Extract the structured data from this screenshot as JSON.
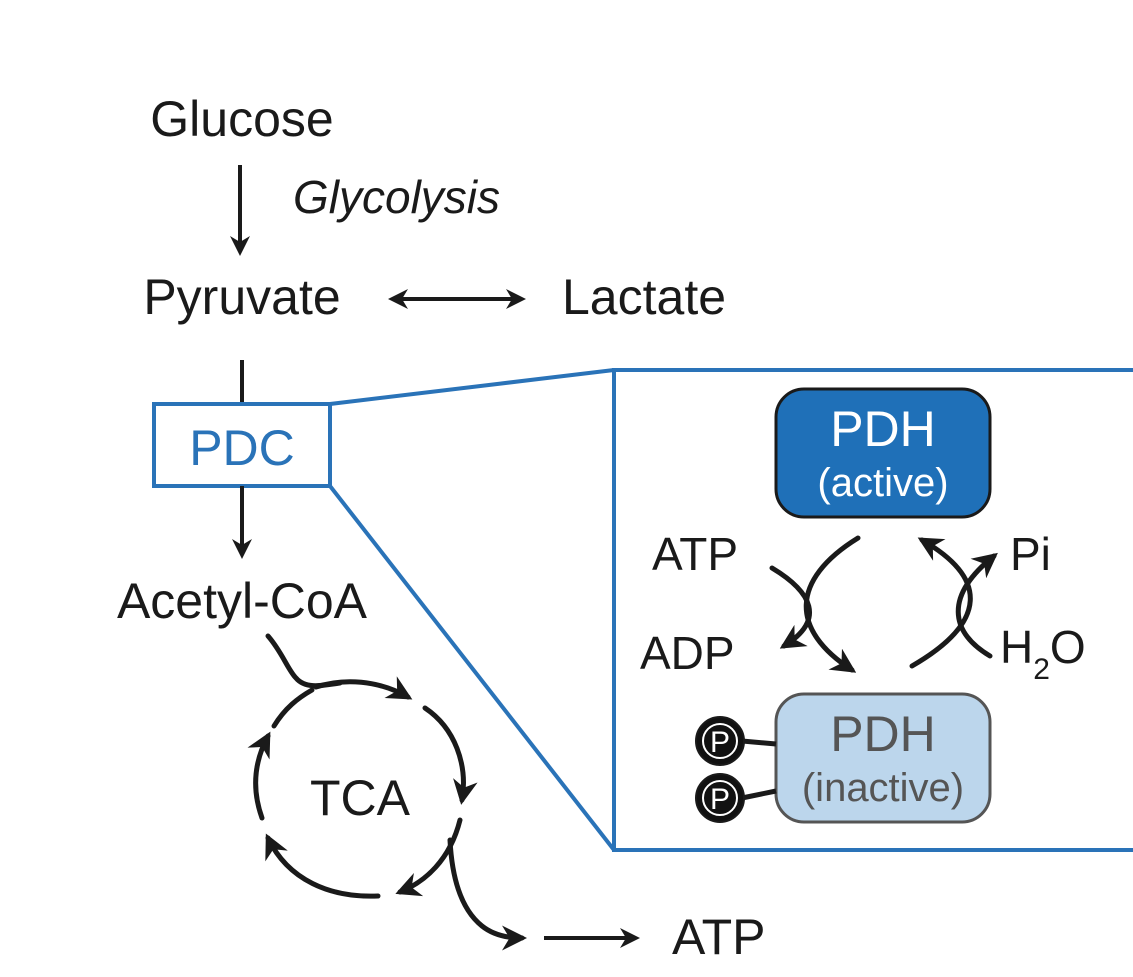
{
  "pathway": {
    "glucose": "Glucose",
    "glycolysis": "Glycolysis",
    "pyruvate": "Pyruvate",
    "lactate": "Lactate",
    "pdc": "PDC",
    "acetyl_coa": "Acetyl-CoA",
    "tca": "TCA",
    "atp_out": "ATP"
  },
  "inset": {
    "pdh_active_title": "PDH",
    "pdh_active_state": "(active)",
    "pdh_inactive_title": "PDH",
    "pdh_inactive_state": "(inactive)",
    "atp": "ATP",
    "adp": "ADP",
    "pi": "Pi",
    "h2o_h": "H",
    "h2o_sub": "2",
    "h2o_o": "O",
    "phospho_label": "P"
  },
  "colors": {
    "accent_blue": "#2a73b8",
    "active_fill": "#1f70b8",
    "inactive_fill": "#bcd6ec",
    "ink": "#1a1a1a"
  }
}
